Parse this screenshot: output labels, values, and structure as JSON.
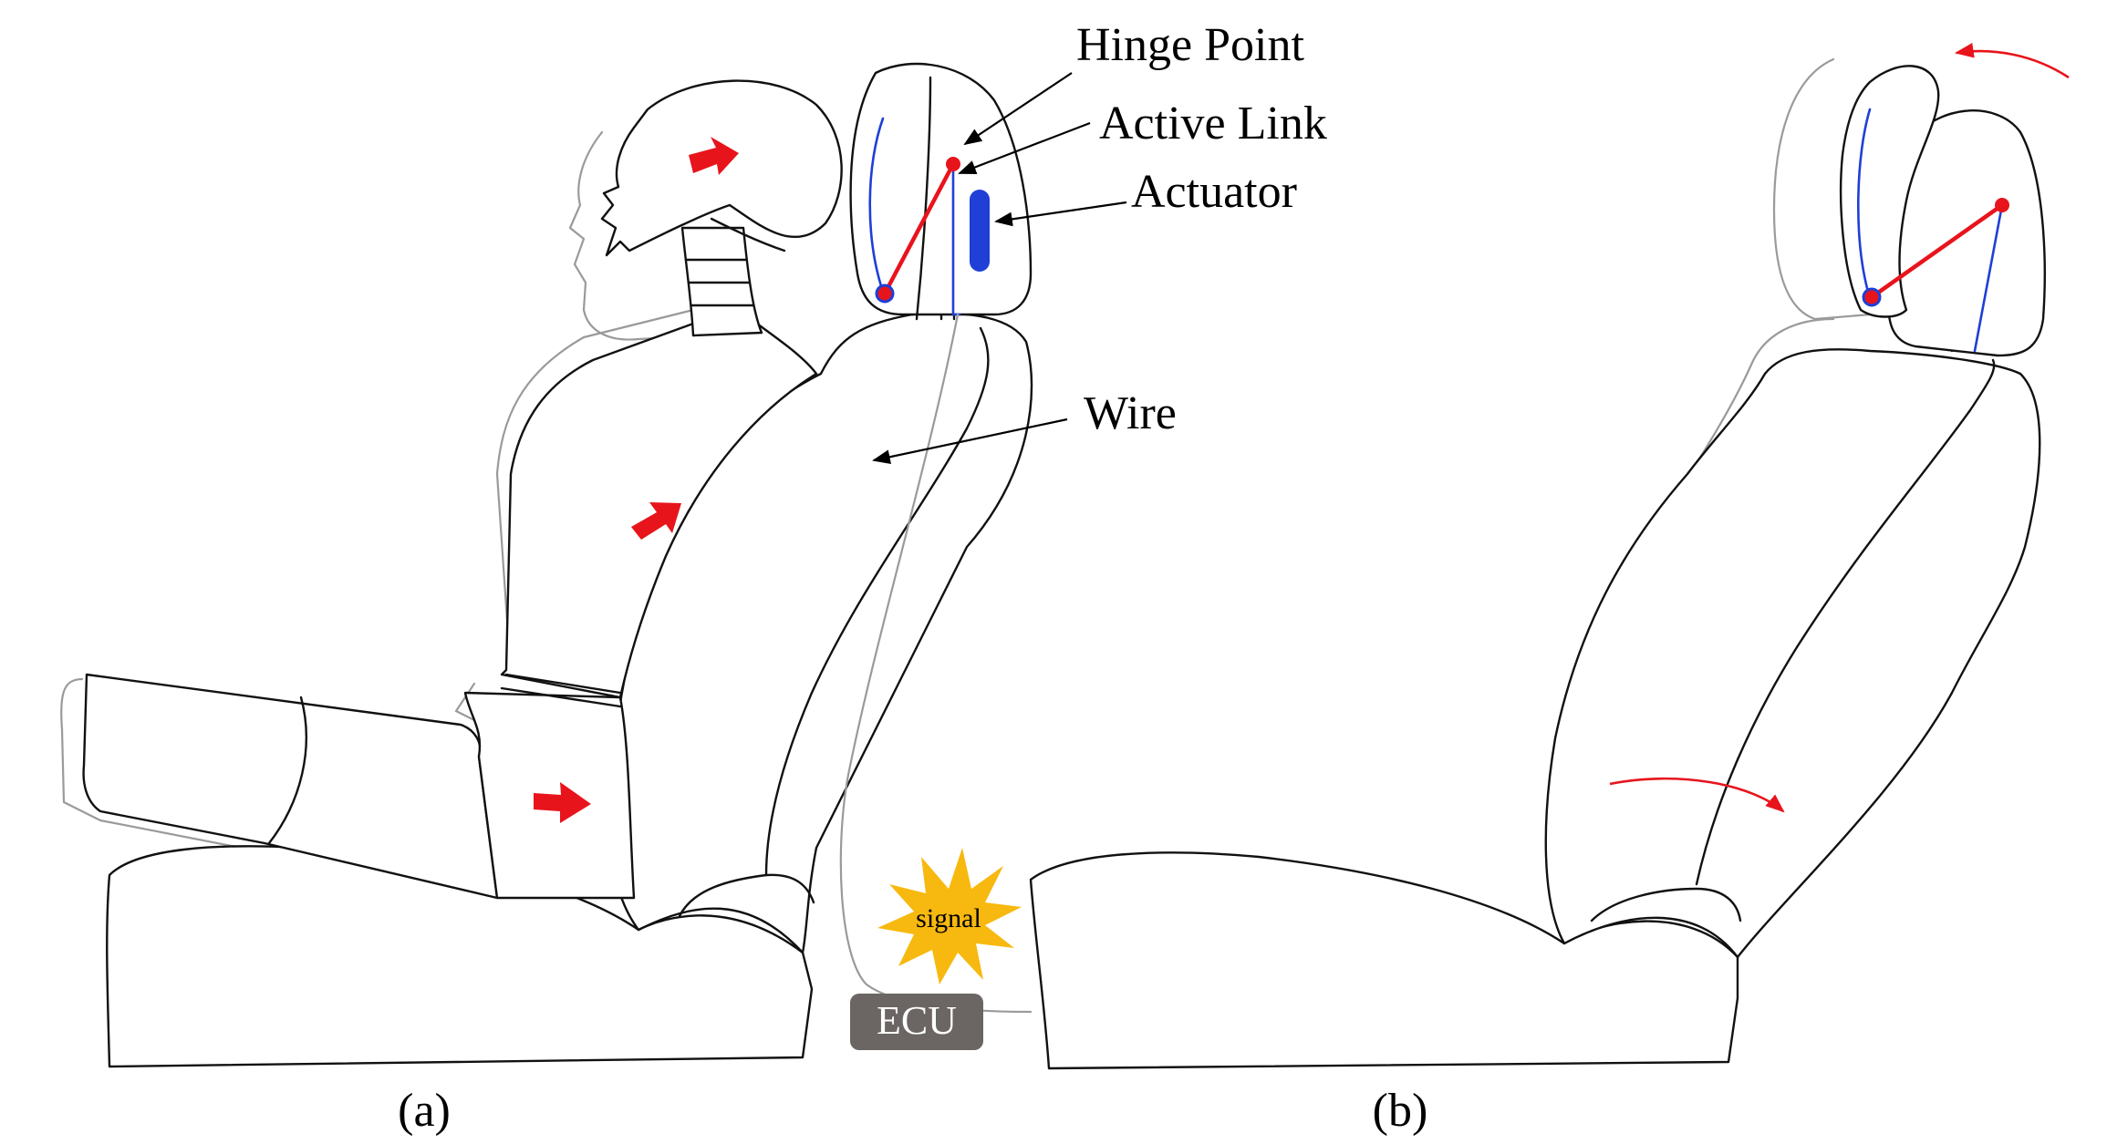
{
  "labels": {
    "hinge_point": "Hinge Point",
    "active_link": "Active Link",
    "actuator": "Actuator",
    "wire": "Wire",
    "signal": "signal",
    "ecu": "ECU",
    "panel_a": "(a)",
    "panel_b": "(b)"
  },
  "colors": {
    "link": "#e8141c",
    "wire": "#1f3fd6",
    "actuator": "#1f3fd6",
    "signal_burst": "#f7b90f",
    "ecu_box": "#6b6563",
    "motion_arrow": "#e8141c"
  }
}
